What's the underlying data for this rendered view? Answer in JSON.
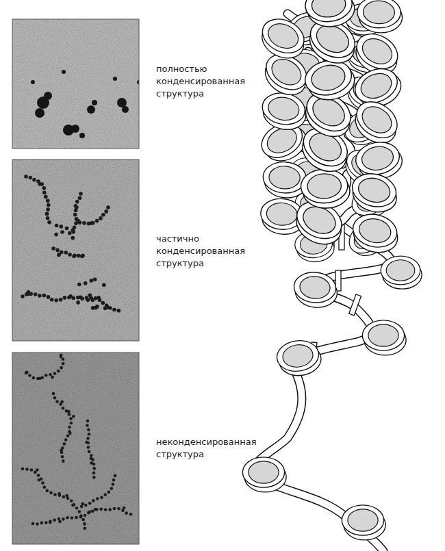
{
  "diagram": {
    "labels": [
      "полностью конденсированная структура",
      "частично конденсированная структура",
      "неконденсированная структура"
    ]
  }
}
